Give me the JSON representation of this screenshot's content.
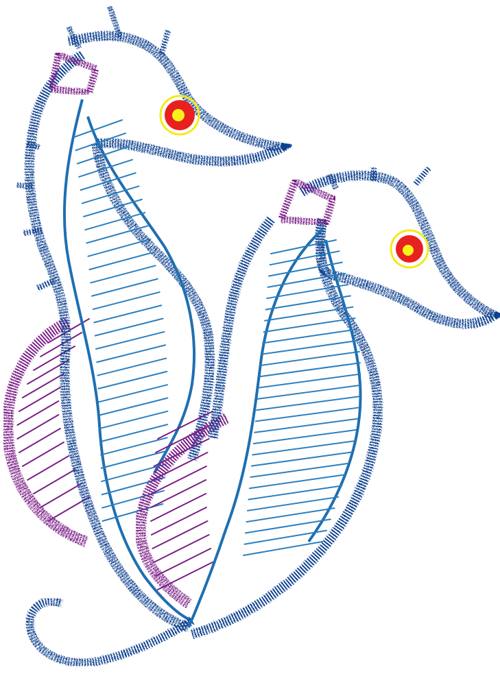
{
  "artwork": {
    "subject": "seahorse-pair-embroidery",
    "colors": {
      "outline": "#0c3f8e",
      "body_stripe": "#1f6fb0",
      "hatch": "#2a7fc0",
      "accent": "#7a1f86",
      "eye_ring": "#f2ea1a",
      "eye_fill": "#e82020",
      "eye_core": "#f6f21c",
      "background": "#ffffff"
    },
    "figures": [
      {
        "name": "left-seahorse"
      },
      {
        "name": "right-seahorse"
      }
    ]
  }
}
